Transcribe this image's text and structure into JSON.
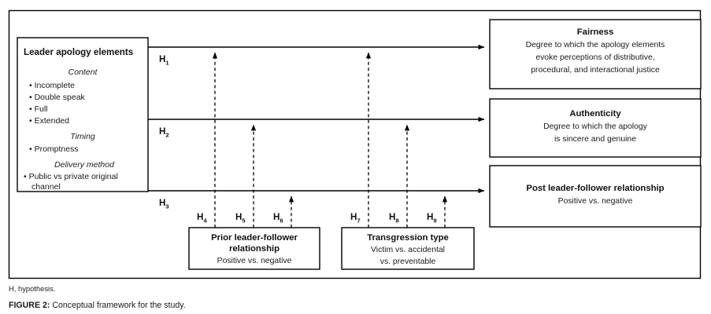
{
  "figure": {
    "note": "H, hypothesis.",
    "caption_prefix": "FIGURE 2:",
    "caption_text": " Conceptual framework for the study."
  },
  "colors": {
    "stroke": "#000000",
    "background": "#ffffff",
    "text": "#1a1a1a"
  },
  "predictor_box": {
    "title": "Leader apology elements",
    "groups": [
      {
        "heading": "Content",
        "items": [
          "Incomplete",
          "Double speak",
          "Full",
          "Extended"
        ]
      },
      {
        "heading": "Timing",
        "items": [
          "Promptness"
        ]
      },
      {
        "heading": "Delivery method",
        "items": [
          "Public vs private original",
          "channel"
        ]
      }
    ]
  },
  "outcome_boxes": [
    {
      "title": "Fairness",
      "lines": [
        "Degree to which the apology elements",
        "evoke perceptions of distributive,",
        "procedural, and interactional justice"
      ]
    },
    {
      "title": "Authenticity",
      "lines": [
        "Degree to which the apology",
        "is sincere and genuine"
      ]
    },
    {
      "title": "Post leader-follower relationship",
      "lines": [
        "Positive vs. negative"
      ]
    }
  ],
  "moderator_boxes": [
    {
      "title_lines": [
        "Prior leader-follower",
        "relationship"
      ],
      "lines": [
        "Positive vs. negative"
      ]
    },
    {
      "title_lines": [
        "Transgression type"
      ],
      "lines": [
        "Victim vs. accidental",
        "vs. preventable"
      ]
    }
  ],
  "hypotheses": {
    "main_paths": [
      {
        "id": "H1",
        "base": "H",
        "sub": "1",
        "from": "predictor_box",
        "to": "Fairness"
      },
      {
        "id": "H2",
        "base": "H",
        "sub": "2",
        "from": "predictor_box",
        "to": "Authenticity"
      },
      {
        "id": "H3",
        "base": "H",
        "sub": "3",
        "from": "predictor_box",
        "to": "Post leader-follower relationship"
      }
    ],
    "moderation_paths": [
      {
        "id": "H4",
        "base": "H",
        "sub": "4",
        "moderator": "Prior leader-follower relationship",
        "target_path": "H1"
      },
      {
        "id": "H5",
        "base": "H",
        "sub": "5",
        "moderator": "Prior leader-follower relationship",
        "target_path": "H2"
      },
      {
        "id": "H6",
        "base": "H",
        "sub": "6",
        "moderator": "Prior leader-follower relationship",
        "target_path": "H3"
      },
      {
        "id": "H7",
        "base": "H",
        "sub": "7",
        "moderator": "Transgression type",
        "target_path": "H1"
      },
      {
        "id": "H8",
        "base": "H",
        "sub": "8",
        "moderator": "Transgression type",
        "target_path": "H2"
      },
      {
        "id": "H9",
        "base": "H",
        "sub": "9",
        "moderator": "Transgression type",
        "target_path": "H3"
      }
    ]
  }
}
